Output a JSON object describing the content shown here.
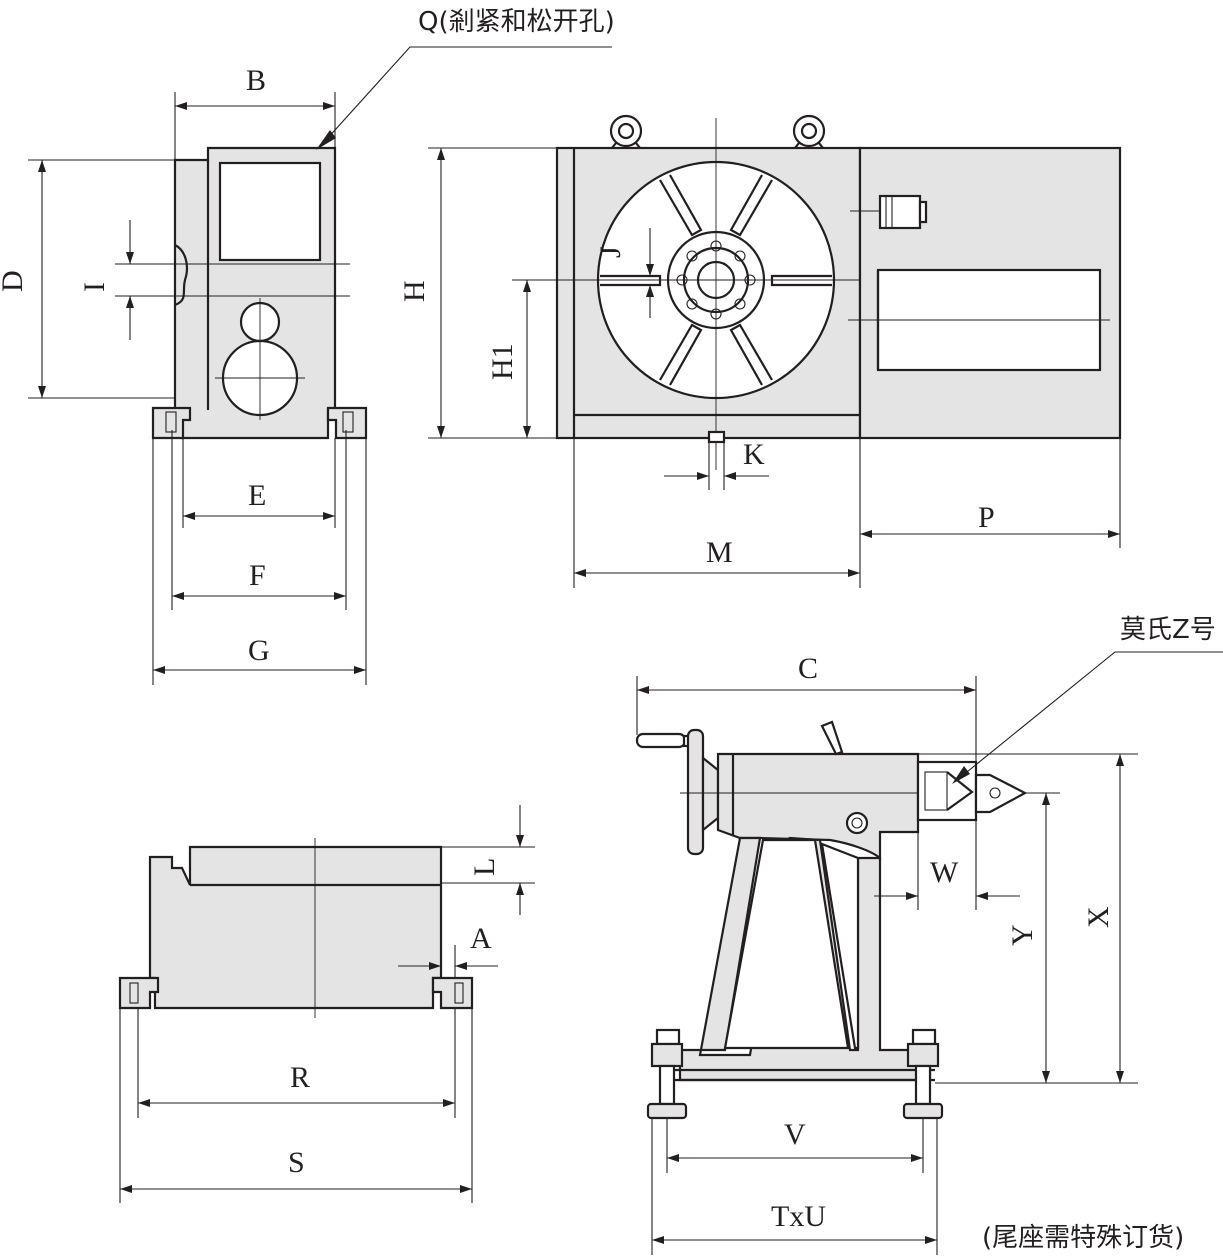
{
  "labels": {
    "B": "B",
    "D": "D",
    "I": "I",
    "E": "E",
    "F": "F",
    "G": "G",
    "H": "H",
    "H1": "H1",
    "J": "J",
    "K": "K",
    "M": "M",
    "P": "P",
    "L": "L",
    "A": "A",
    "R": "R",
    "S": "S",
    "C": "C",
    "W": "W",
    "Y": "Y",
    "X": "X",
    "V": "V",
    "TxU": "TxU"
  },
  "notes": {
    "q_hole": "Q(剎紧和松开孔)",
    "morse_taper": "莫氏Z号",
    "tailstock_order": "(尾座需特殊订货)"
  }
}
